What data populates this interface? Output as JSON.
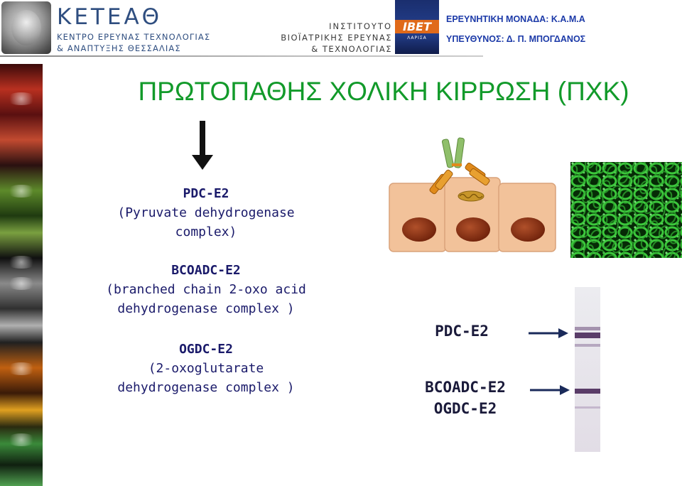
{
  "header": {
    "logo1": {
      "title": "ΚΕΤΕΑΘ",
      "line1": "ΚΕΝΤΡΟ ΕΡΕΥΝΑΣ ΤΕΧΝΟΛΟΓΙΑΣ",
      "line2": "& ΑΝΑΠΤΥΞΗΣ ΘΕΣΣΑΛΙΑΣ"
    },
    "institute": {
      "line1": "ΙΝΣΤΙΤΟΥΤΟ",
      "line2": "ΒΙΟΪΑΤΡΙΚΗΣ ΕΡΕΥΝΑΣ",
      "line3": "& ΤΕΧΝΟΛΟΓΙΑΣ"
    },
    "ibet_logo": {
      "text": "IBET",
      "sub": "ΛΑΡΙΣΑ"
    },
    "unit": {
      "line1": "ΕΡΕΥΝΗΤΙΚΗ ΜΟΝΑΔΑ: Κ.Α.Μ.Α",
      "line2": "ΥΠΕΥΘΥΝΟΣ: Δ. Π. ΜΠΟΓΔΑΝΟΣ"
    }
  },
  "title": "ΠΡΩΤΟΠΑΘΗΣ ΧΟΛΙΚΗ ΚΙΡΡΩΣΗ (ΠΧΚ)",
  "enzymes": {
    "pdc": {
      "name": "PDC-E2",
      "desc1": "(Pyruvate dehydrogenase",
      "desc2": "complex)"
    },
    "bcoadc": {
      "name": "BCOADC-E2",
      "desc1": "(branched chain 2-oxo acid",
      "desc2": "dehydrogenase complex )"
    },
    "ogdc": {
      "name": "OGDC-E2",
      "desc1": "(2-oxoglutarate",
      "desc2": "dehydrogenase complex )"
    }
  },
  "blot_labels": {
    "pdc": "PDC-E2",
    "bcoadc": "BCOADC-E2",
    "ogdc": "OGDC-E2"
  },
  "colors": {
    "title_green": "#129a2a",
    "enzyme_text": "#1a1a6a",
    "header_blue": "#1c3aa8",
    "cell_fill": "#f2c29a",
    "nucleus": "#8a2e10",
    "antibody_green": "#8fbf6a",
    "antibody_orange": "#e08a1a",
    "micrograph_green": "#2ea82e",
    "blot_band": "#5a3a6a"
  }
}
